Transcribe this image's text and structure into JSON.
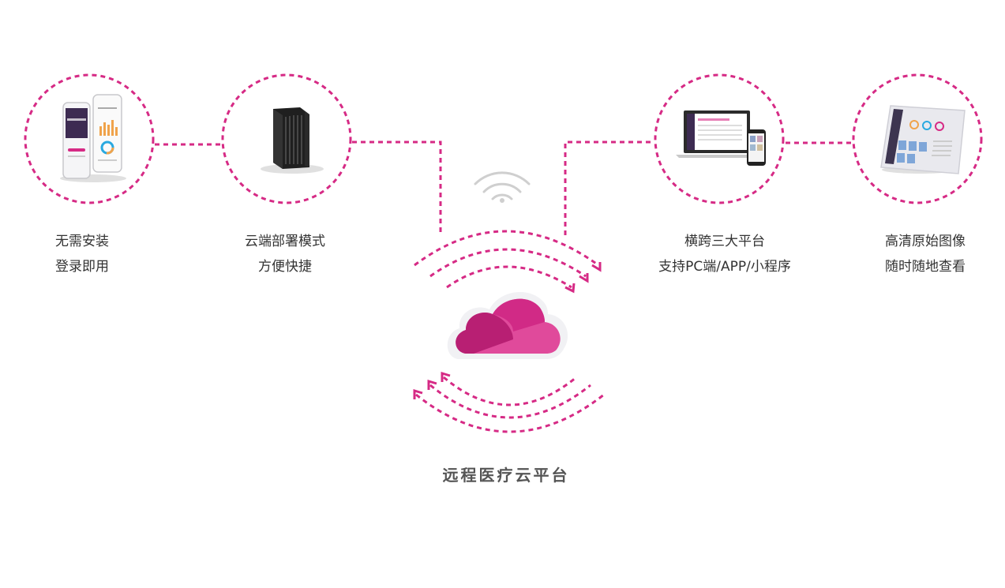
{
  "nodes": [
    {
      "id": "app-install",
      "line1": "无需安装",
      "line2": "登录即用",
      "icon": "smartphone-app-icon"
    },
    {
      "id": "cloud-deploy",
      "line1": "云端部署模式",
      "line2": "方便快捷",
      "icon": "server-icon"
    },
    {
      "id": "cross-platform",
      "line1": "横跨三大平台",
      "line2": "支持PC端/APP/小程序",
      "icon": "laptop-phone-icon"
    },
    {
      "id": "hd-image",
      "line1": "高清原始图像",
      "line2": "随时随地查看",
      "icon": "tablet-dashboard-icon"
    }
  ],
  "center": {
    "title": "远程医疗云平台",
    "icon": "cloud-icon",
    "signal_icon": "wifi-icon"
  },
  "colors": {
    "accent": "#d62a85",
    "cloud_dark": "#b81f73",
    "cloud_light": "#e04a9b",
    "wifi": "#cccccc"
  }
}
